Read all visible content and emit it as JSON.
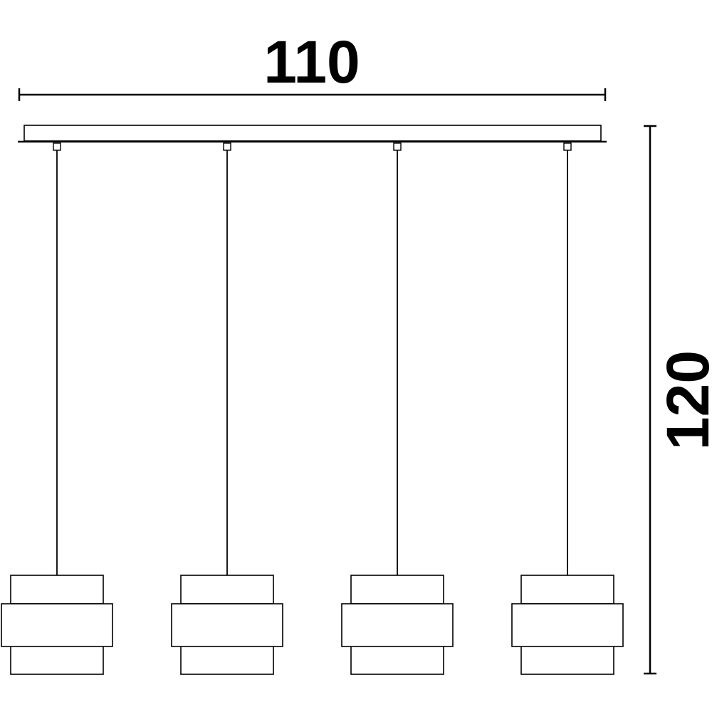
{
  "dimensions": {
    "width_label": "110",
    "height_label": "120"
  },
  "colors": {
    "line": "#000000",
    "background": "#ffffff"
  },
  "fixture": {
    "pendant_count": 4
  }
}
